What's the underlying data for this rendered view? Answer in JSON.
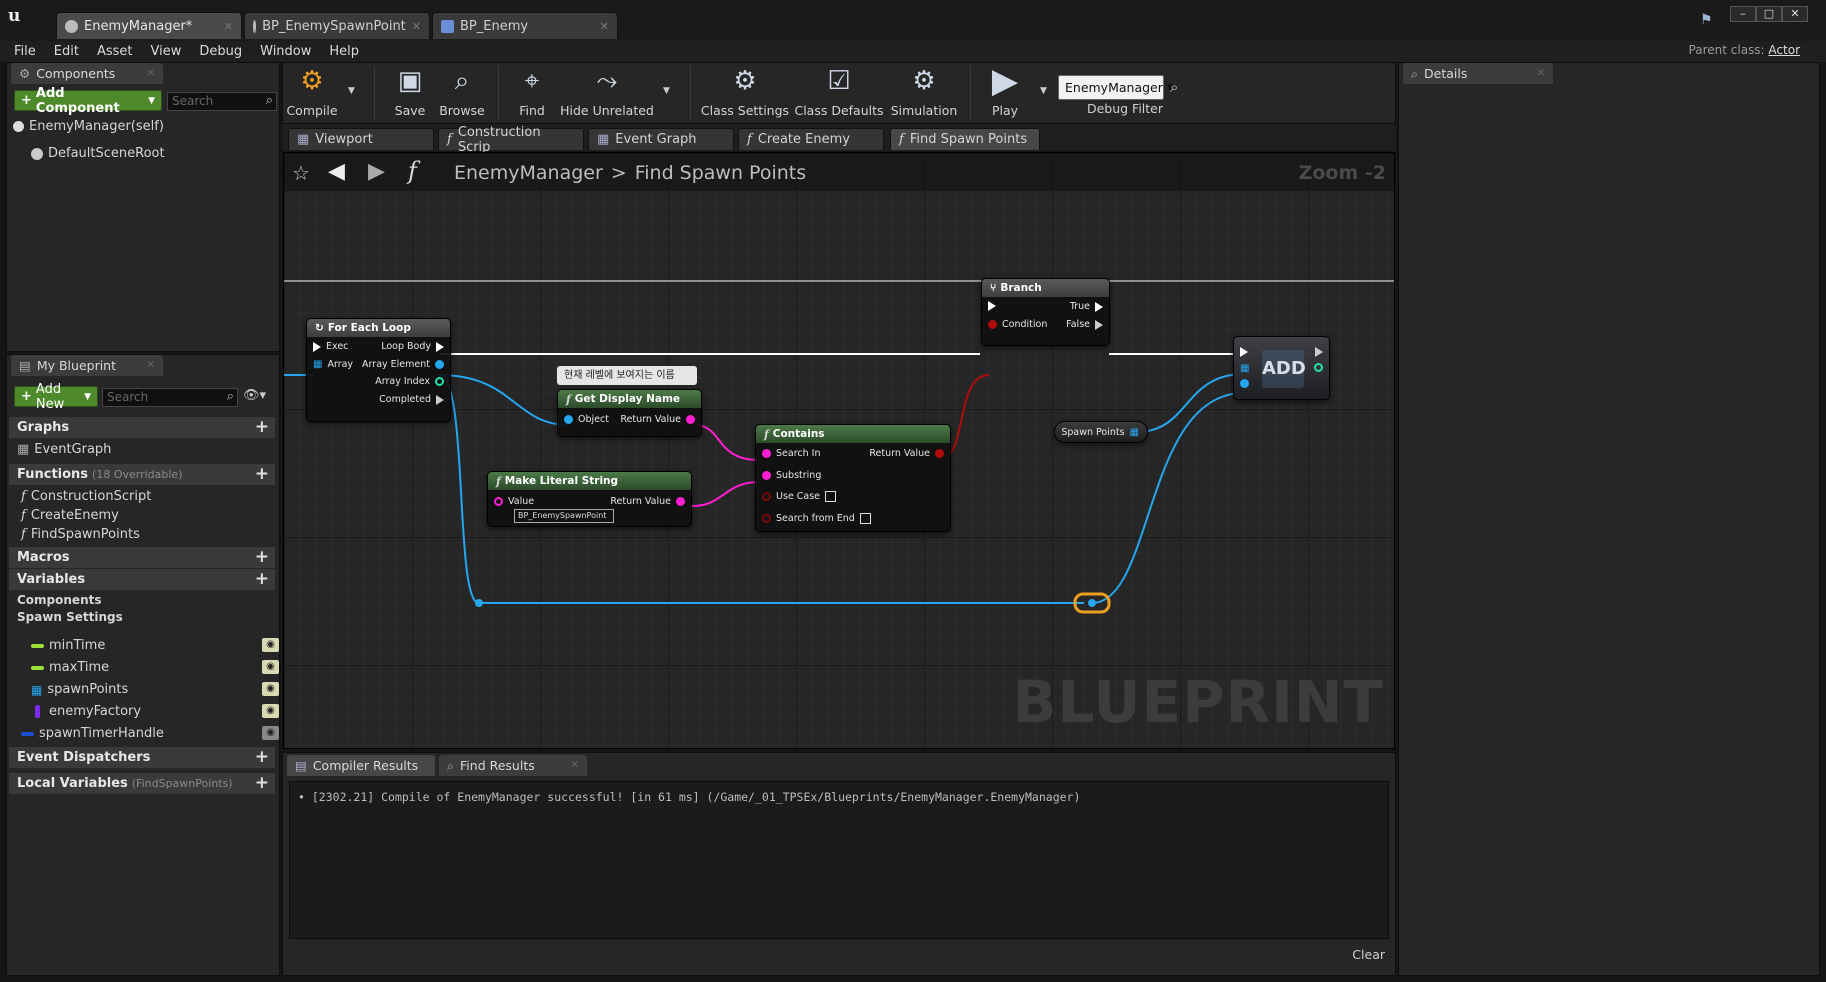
{
  "window": {
    "tabs": [
      {
        "label": "EnemyManager*"
      },
      {
        "label": "BP_EnemySpawnPoint"
      },
      {
        "label": "BP_Enemy"
      }
    ],
    "parent_class_label": "Parent class:",
    "parent_class_value": "Actor"
  },
  "menu": [
    "File",
    "Edit",
    "Asset",
    "View",
    "Debug",
    "Window",
    "Help"
  ],
  "components_panel": {
    "title": "Components",
    "add_label": "Add Component",
    "search_placeholder": "Search",
    "self_item": "EnemyManager(self)",
    "root_item": "DefaultSceneRoot"
  },
  "my_blueprint": {
    "title": "My Blueprint",
    "add_label": "Add New",
    "search_placeholder": "Search",
    "graphs_label": "Graphs",
    "event_graph": "EventGraph",
    "functions_label": "Functions",
    "functions_sub": "(18 Overridable)",
    "functions": [
      "ConstructionScript",
      "CreateEnemy",
      "FindSpawnPoints"
    ],
    "macros_label": "Macros",
    "variables_label": "Variables",
    "components_cat": "Components",
    "spawn_settings_cat": "Spawn Settings",
    "variables": [
      {
        "name": "minTime",
        "color": "#9ee03a"
      },
      {
        "name": "maxTime",
        "color": "#9ee03a"
      },
      {
        "name": "spawnPoints",
        "color": "#25a6ee"
      },
      {
        "name": "enemyFactory",
        "color": "#7a2cf0"
      },
      {
        "name": "spawnTimerHandle",
        "color": "#1b4fd0"
      }
    ],
    "dispatchers_label": "Event Dispatchers",
    "locals_label": "Local Variables",
    "locals_sub": "(FindSpawnPoints)"
  },
  "toolbar": {
    "compile": "Compile",
    "save": "Save",
    "browse": "Browse",
    "find": "Find",
    "hide_unrelated": "Hide Unrelated",
    "class_settings": "Class Settings",
    "class_defaults": "Class Defaults",
    "simulation": "Simulation",
    "play": "Play",
    "debug_object": "EnemyManager",
    "debug_filter": "Debug Filter"
  },
  "editor_tabs": [
    "Viewport",
    "Construction Scrip",
    "Event Graph",
    "Create Enemy",
    "Find Spawn Points"
  ],
  "graph": {
    "breadcrumb_root": "EnemyManager",
    "breadcrumb_sep": ">",
    "breadcrumb_current": "Find Spawn Points",
    "zoom": "Zoom -2",
    "watermark": "BLUEPRINT",
    "comment_bubble": "현재 레벨에 보여지는 이름",
    "nodes": {
      "foreach": {
        "title": "For Each Loop",
        "exec": "Exec",
        "array": "Array",
        "loop_body": "Loop Body",
        "element": "Array Element",
        "index": "Array Index",
        "completed": "Completed"
      },
      "branch": {
        "title": "Branch",
        "condition": "Condition",
        "true": "True",
        "false": "False"
      },
      "add": {
        "title": "ADD"
      },
      "get_display_name": {
        "title": "Get Display Name",
        "object": "Object",
        "return": "Return Value"
      },
      "contains": {
        "title": "Contains",
        "search_in": "Search In",
        "substring": "Substring",
        "use_case": "Use Case",
        "from_end": "Search from End",
        "return": "Return Value"
      },
      "make_literal": {
        "title": "Make Literal String",
        "value": "Value",
        "value_text": "BP_EnemySpawnPoint",
        "return": "Return Value"
      },
      "spawn_points": {
        "label": "Spawn Points"
      }
    }
  },
  "details": {
    "title": "Details"
  },
  "bottom": {
    "tab_compiler": "Compiler Results",
    "tab_find": "Find Results",
    "log_line": "[2302.21] Compile of EnemyManager successful! [in 61 ms] (/Game/_01_TPSEx/Blueprints/EnemyManager.EnemyManager)",
    "clear": "Clear"
  }
}
